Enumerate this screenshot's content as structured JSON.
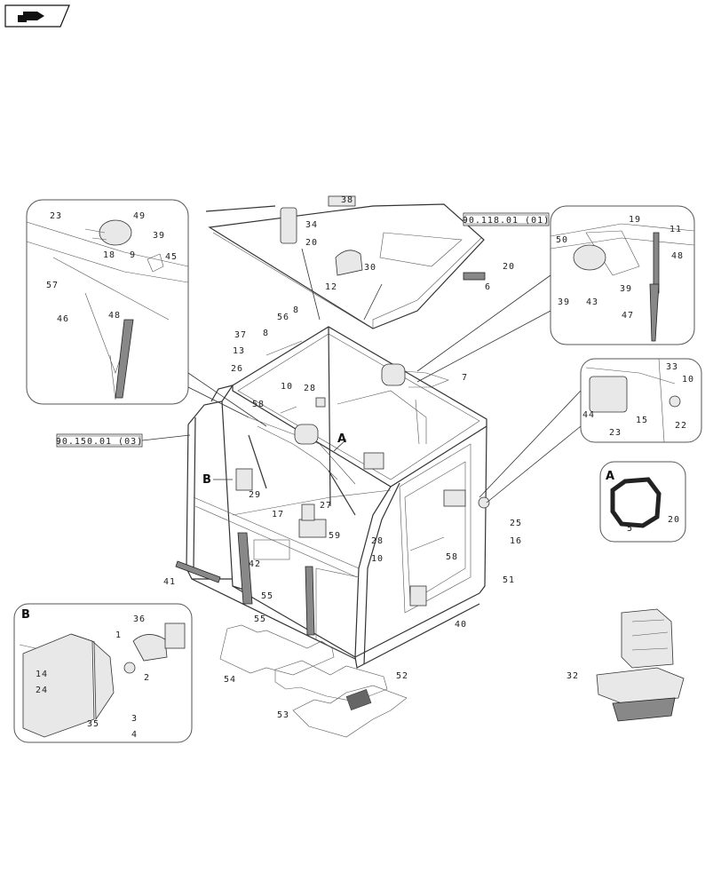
{
  "labels": {
    "n1": "1",
    "n2": "2",
    "n3": "3",
    "n4": "4",
    "n5": "5",
    "n6": "6",
    "n7": "7",
    "n8": "8",
    "n8b": "8",
    "n9": "9",
    "n10a": "10",
    "n10b": "10",
    "n10c": "10",
    "n11": "11",
    "n12": "12",
    "n13": "13",
    "n14": "14",
    "n15": "15",
    "n16": "16",
    "n17": "17",
    "n18": "18",
    "n19": "19",
    "n20a": "20",
    "n20b": "20",
    "n20c": "20",
    "n22": "22",
    "n23a": "23",
    "n23b": "23",
    "n24": "24",
    "n25": "25",
    "n26": "26",
    "n27": "27",
    "n28a": "28",
    "n28b": "28",
    "n29": "29",
    "n30": "30",
    "n32": "32",
    "n33": "33",
    "n34": "34",
    "n35": "35",
    "n36": "36",
    "n37": "37",
    "n38": "38",
    "n39a": "39",
    "n39b": "39",
    "n39c": "39",
    "n40": "40",
    "n41": "41",
    "n42": "42",
    "n43": "43",
    "n44": "44",
    "n45": "45",
    "n46": "46",
    "n47": "47",
    "n48a": "48",
    "n48b": "48",
    "n49": "49",
    "n50": "50",
    "n51": "51",
    "n52": "52",
    "n53": "53",
    "n54": "54",
    "n55a": "55",
    "n55b": "55",
    "n56": "56",
    "n57": "57",
    "n58a": "58",
    "n58b": "58",
    "n59": "59",
    "callA1": "A",
    "callA2": "A",
    "callB1": "B",
    "callB2": "B"
  },
  "refs": {
    "ref1": "90.118.01 (01)",
    "ref2": "90.150.01 (03)"
  },
  "icons": {
    "nav": "page-forward-icon"
  }
}
